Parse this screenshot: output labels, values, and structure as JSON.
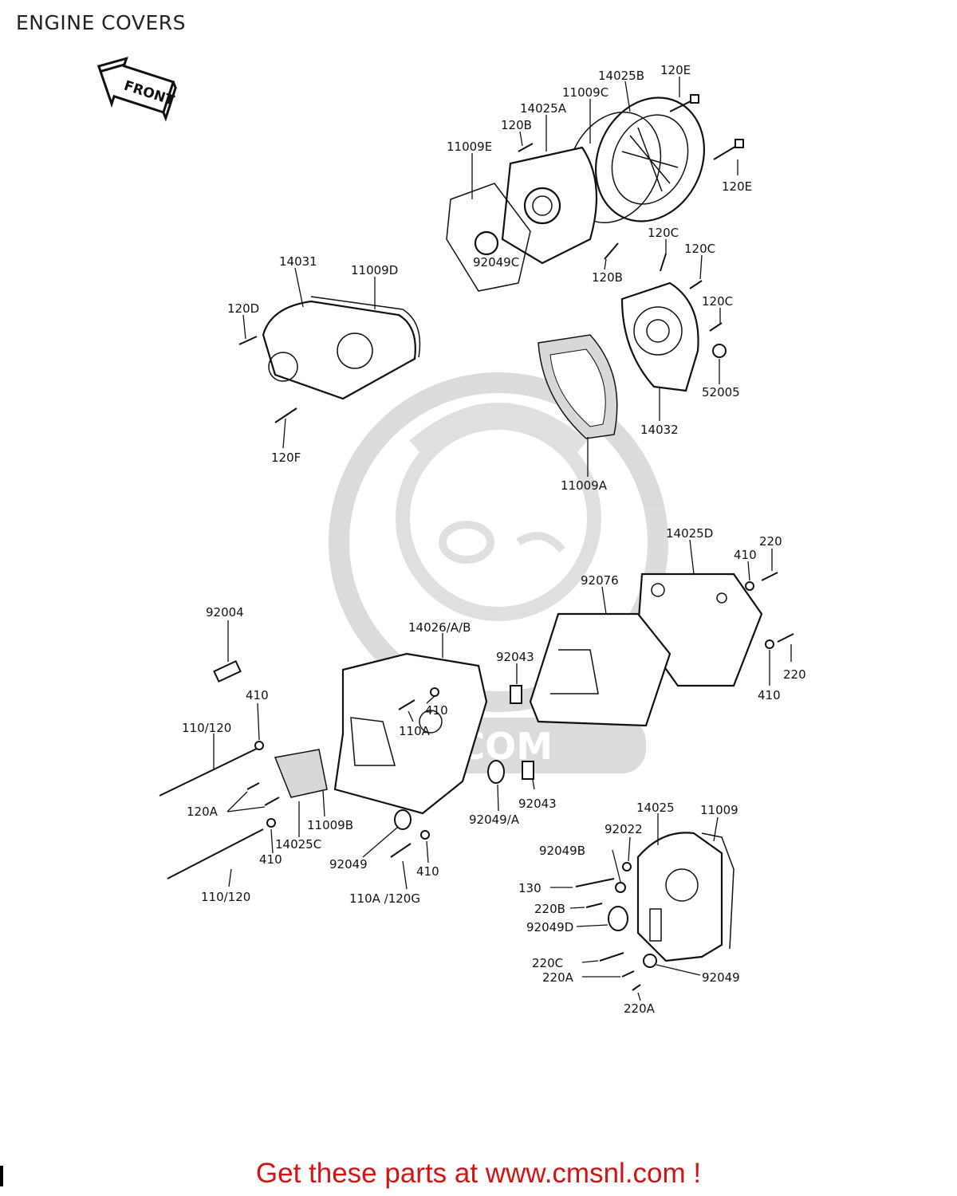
{
  "title": "ENGINE COVERS",
  "front_label": "FRONT",
  "watermark_text": ".COM",
  "footer": "Get these parts at www.cmsnl.com !",
  "colors": {
    "footer": "#d21414",
    "watermark": "#d8d8d8"
  },
  "labels": {
    "l_14025B": "14025B",
    "l_120E_top": "120E",
    "l_11009C": "11009C",
    "l_14025A": "14025A",
    "l_120B_top": "120B",
    "l_11009E": "11009E",
    "l_120E_right": "120E",
    "l_120C_1": "120C",
    "l_120C_2": "120C",
    "l_120C_3": "120C",
    "l_120B_mid": "120B",
    "l_92049C": "92049C",
    "l_14031": "14031",
    "l_11009D": "11009D",
    "l_120D": "120D",
    "l_120F": "120F",
    "l_52005": "52005",
    "l_14032": "14032",
    "l_11009A": "11009A",
    "l_14025D": "14025D",
    "l_220_top": "220",
    "l_410_top": "410",
    "l_92076": "92076",
    "l_92004": "92004",
    "l_14026": "14026/A/B",
    "l_92043_top": "92043",
    "l_220_mid": "220",
    "l_410_right": "410",
    "l_410_left": "410",
    "l_410_mid": "410",
    "l_110A": "110A",
    "l_110_120_top": "110/120",
    "l_120A": "120A",
    "l_11009B": "11009B",
    "l_14025C": "14025C",
    "l_410_low": "410",
    "l_92043_low": "92043",
    "l_92049_A": "92049/A",
    "l_92049_low": "92049",
    "l_410_bot": "410",
    "l_110_120_bot": "110/120",
    "l_110A_120G": "110A /120G",
    "l_14025": "14025",
    "l_11009": "11009",
    "l_92022": "92022",
    "l_92049B": "92049B",
    "l_130": "130",
    "l_220B": "220B",
    "l_92049D": "92049D",
    "l_220C": "220C",
    "l_220A_1": "220A",
    "l_92049_right": "92049",
    "l_220A_2": "220A"
  }
}
